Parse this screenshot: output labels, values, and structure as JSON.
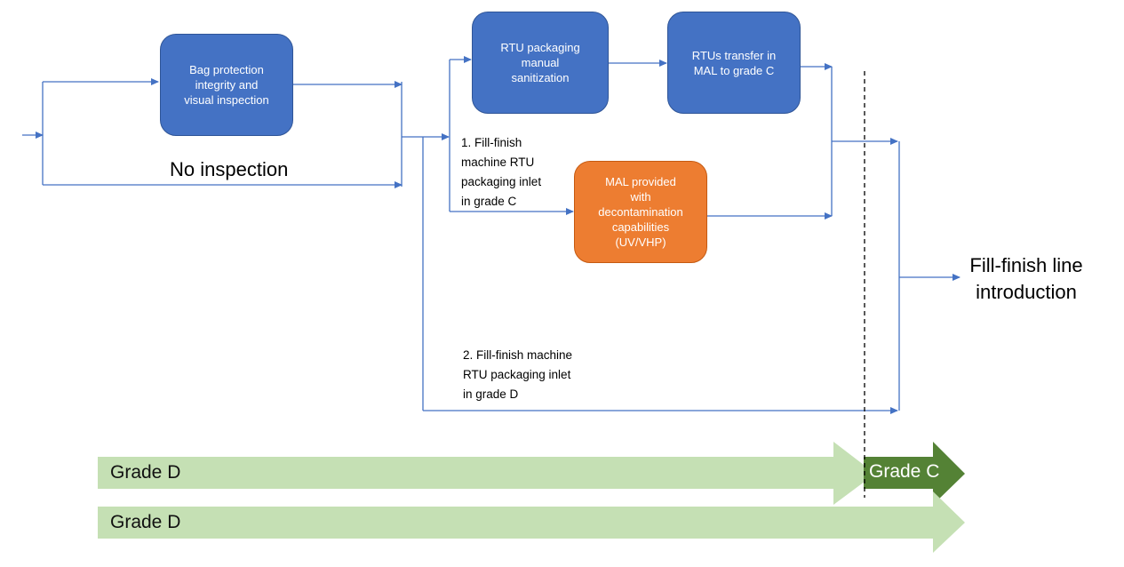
{
  "colors": {
    "flow_line": "#4472c4",
    "box_blue": "#4472c4",
    "box_orange": "#ed7d31",
    "grade_d_band": "#c5e0b4",
    "grade_c_band": "#548235"
  },
  "boxes": {
    "bag_protection": "Bag protection\nintegrity and\nvisual inspection",
    "rtu_manual_sanitization": "RTU packaging\nmanual\nsanitization",
    "rtus_transfer": "RTUs transfer in\nMAL to grade C",
    "mal_decontamination": "MAL provided\nwith\ndecontamination\ncapabilities\n(UV/VHP)"
  },
  "labels": {
    "no_inspection": "No inspection",
    "option_1": "1. Fill-finish\nmachine RTU\npackaging inlet\nin grade C",
    "option_2": "2. Fill-finish machine\nRTU packaging inlet\nin grade D",
    "fill_finish_intro": "Fill-finish line\nintroduction"
  },
  "bands": {
    "top_grade_d": "Grade D",
    "top_grade_c": "Grade C",
    "bottom_grade_d": "Grade D"
  }
}
